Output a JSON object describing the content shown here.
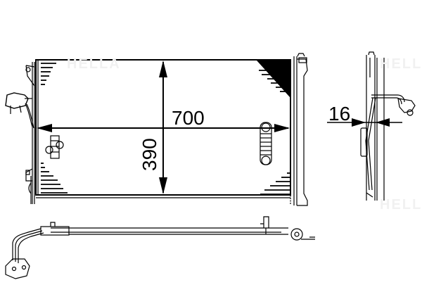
{
  "diagram": {
    "subject": "condenser",
    "views": [
      "front-view",
      "side-view",
      "top-view"
    ],
    "dimensions": {
      "width": {
        "value": "700",
        "orientation": "horizontal"
      },
      "height": {
        "value": "390",
        "orientation": "vertical"
      },
      "depth": {
        "value": "16",
        "orientation": "horizontal"
      }
    },
    "watermark": "HELLA",
    "colors": {
      "line": "#000000",
      "background": "#ffffff",
      "watermark": "#f0f0f0"
    }
  }
}
